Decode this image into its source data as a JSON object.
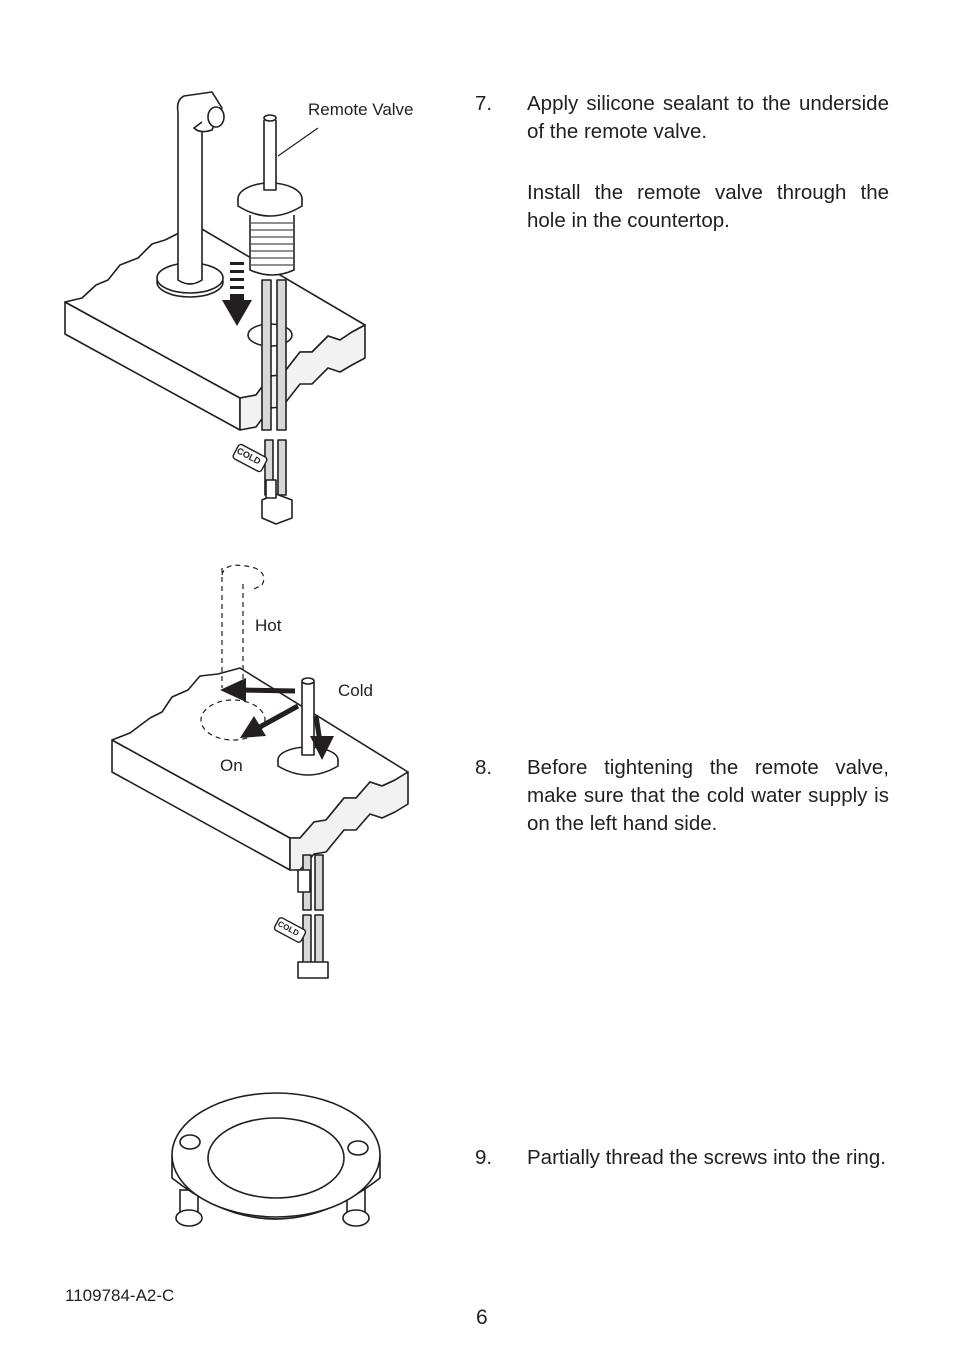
{
  "figures": {
    "fig1": {
      "callout": "Remote Valve",
      "tag": "COLD"
    },
    "fig2": {
      "hot": "Hot",
      "cold": "Cold",
      "on": "On",
      "tag": "COLD"
    }
  },
  "steps": [
    {
      "num": "7.",
      "paragraphs": [
        "Apply silicone sealant to the underside of the remote valve.",
        "Install the remote valve through the hole in the countertop."
      ]
    },
    {
      "num": "8.",
      "paragraphs": [
        "Before tightening the remote valve, make sure that the cold water supply is on the left hand side."
      ]
    },
    {
      "num": "9.",
      "paragraphs": [
        "Partially thread the screws into the ring."
      ]
    }
  ],
  "footer": {
    "doc_id": "1109784-A2-C",
    "page": "6"
  }
}
